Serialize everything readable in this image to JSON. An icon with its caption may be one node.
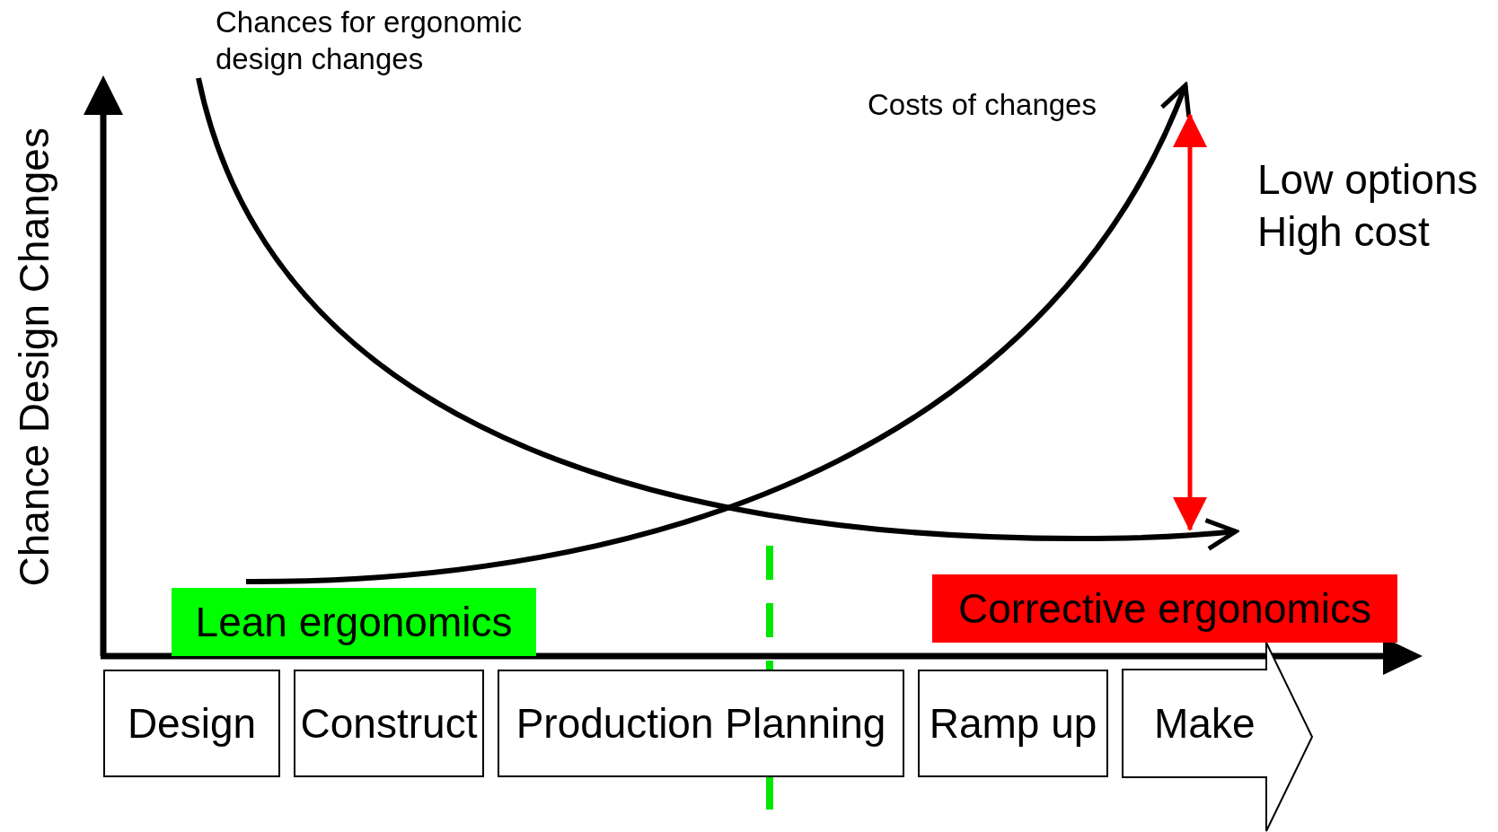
{
  "diagram": {
    "nodes": [
      {
        "text": [
          "Design"
        ]
      },
      {
        "text": [
          "Construct"
        ]
      },
      {
        "text": [
          "Production Planning"
        ]
      },
      {
        "text": [
          "Ramp up"
        ]
      },
      {
        "text": [
          "Make"
        ]
      },
      {
        "text": [
          "Lean ergonomics"
        ]
      },
      {
        "text": [
          "Corrective ergonomics"
        ]
      }
    ],
    "labels": [
      "Chance Design Changes",
      "Chances for ergonomic design changes",
      "Costs of changes",
      "Low options High cost"
    ]
  }
}
